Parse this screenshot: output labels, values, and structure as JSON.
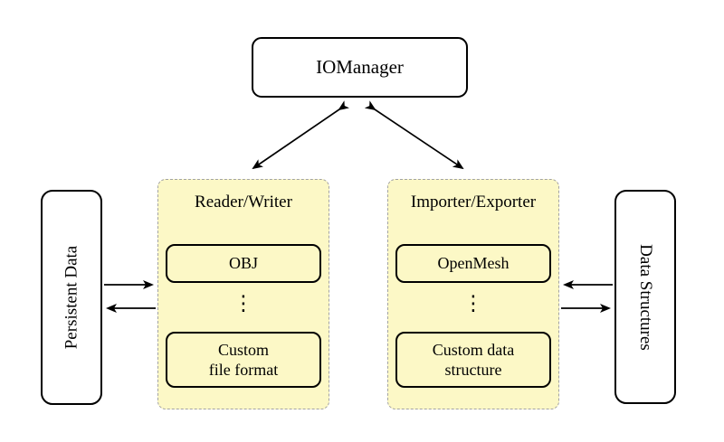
{
  "diagram": {
    "io_manager_label": "IOManager",
    "persistent_data_label": "Persistent Data",
    "data_structures_label": "Data Structures",
    "reader_writer": {
      "title": "Reader/Writer",
      "item_top": "OBJ",
      "ellipsis": "⋮",
      "item_bottom_line1": "Custom",
      "item_bottom_line2": "file format"
    },
    "importer_exporter": {
      "title": "Importer/Exporter",
      "item_top": "OpenMesh",
      "ellipsis": "⋮",
      "item_bottom_line1": "Custom data",
      "item_bottom_line2": "structure"
    },
    "colors": {
      "panel_fill": "#fcf8c6",
      "panel_dashed_border": "#a3a3a3",
      "node_border": "#000000",
      "node_fill": "#ffffff",
      "arrow": "#000000"
    }
  }
}
